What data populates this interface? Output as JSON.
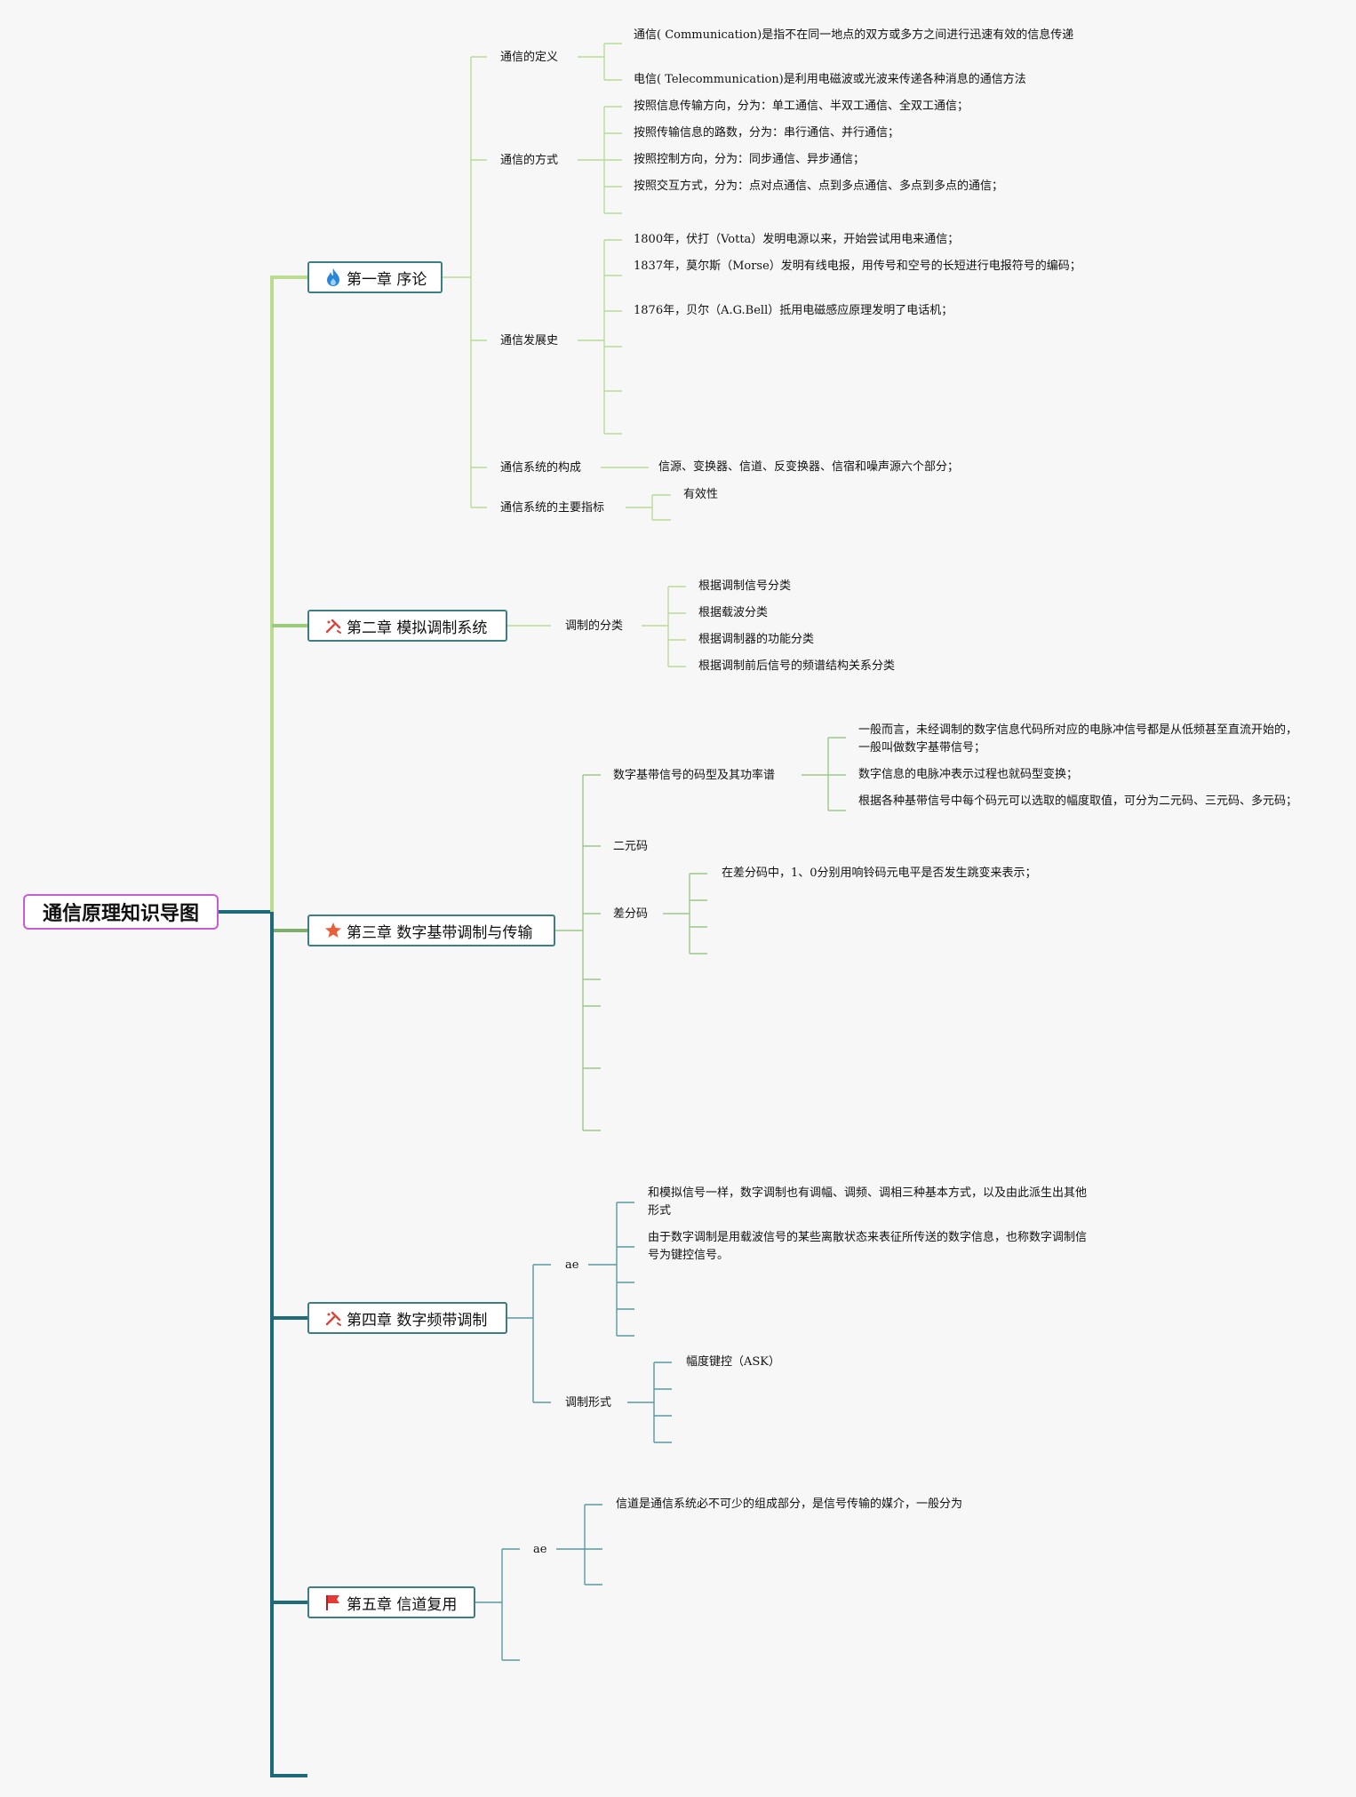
{
  "root": {
    "title": "通信原理知识导图"
  },
  "ch1": {
    "title": "第一章 序论",
    "icon": "fire-icon",
    "definition": {
      "label": "通信的定义",
      "items": [
        "通信( Communication)是指不在同一地点的双方或多方之间进行迅速有效的信息传递",
        "电信( Telecommunication)是利用电磁波或光波来传递各种消息的通信方法"
      ]
    },
    "methods": {
      "label": "通信的方式",
      "items": [
        "按照信息传输方向，分为：单工通信、半双工通信、全双工通信；",
        "按照传输信息的路数，分为：串行通信、并行通信；",
        "按照控制方向，分为：同步通信、异步通信；",
        "按照交互方式，分为：点对点通信、点到多点通信、多点到多点的通信；"
      ]
    },
    "history": {
      "label": "通信发展史",
      "items": [
        "1800年，伏打（Votta）发明电源以来，开始尝试用电来通信；",
        "1837年，莫尔斯（Morse）发明有线电报，用传号和空号的长短进行电报符号的编码；",
        "1876年，贝尔（A.G.Bell）抵用电磁感应原理发明了电话机；"
      ]
    },
    "composition": {
      "label": "通信系统的构成",
      "item": "信源、变换器、信道、反变换器、信宿和噪声源六个部分；"
    },
    "indicators": {
      "label": "通信系统的主要指标",
      "item": "有效性"
    }
  },
  "ch2": {
    "title": "第二章 模拟调制系统",
    "icon": "tools-icon",
    "classification": {
      "label": "调制的分类",
      "items": [
        "根据调制信号分类",
        "根据载波分类",
        "根据调制器的功能分类",
        "根据调制前后信号的频谱结构关系分类"
      ]
    }
  },
  "ch3": {
    "title": "第三章 数字基带调制与传输",
    "icon": "star-icon",
    "codes": {
      "label": "数字基带信号的码型及其功率谱",
      "items": [
        "一般而言，未经调制的数字信息代码所对应的电脉冲信号都是从低频甚至直流开始的，一般叫做数字基带信号；",
        "数字信息的电脉冲表示过程也就码型变换；",
        "根据各种基带信号中每个码元可以选取的幅度取值，可分为二元码、三元码、多元码；"
      ]
    },
    "binary": {
      "label": "二元码"
    },
    "diff": {
      "label": "差分码",
      "items": [
        "在差分码中，1、0分别用响铃码元电平是否发生跳变来表示；"
      ]
    }
  },
  "ch4": {
    "title": "第四章 数字频带调制",
    "icon": "tools-icon",
    "ae": {
      "label": "ae",
      "items": [
        "和模拟信号一样，数字调制也有调幅、调频、调相三种基本方式，以及由此派生出其他形式",
        "由于数字调制是用载波信号的某些离散状态来表征所传送的数字信息，也称数字调制信号为键控信号。"
      ]
    },
    "forms": {
      "label": "调制形式",
      "items": [
        "幅度键控（ASK）"
      ]
    }
  },
  "ch5": {
    "title": "第五章 信道复用",
    "icon": "flag-icon",
    "ae": {
      "label": "ae",
      "items": [
        "信道是通信系统必不可少的组成部分，是信号传输的媒介，一般分为"
      ]
    }
  },
  "colors": {
    "root_border": "#c55ed1",
    "chapter_border": "#3e7d80",
    "branch_ch1": "#b9dc8e",
    "branch_ch2": "#9ccc7a",
    "branch_ch3": "#7fb06a",
    "branch_main": "#1d6a7a",
    "leaf_line": "#b8dc96",
    "leaf_line_teal": "#5a9aa0"
  }
}
